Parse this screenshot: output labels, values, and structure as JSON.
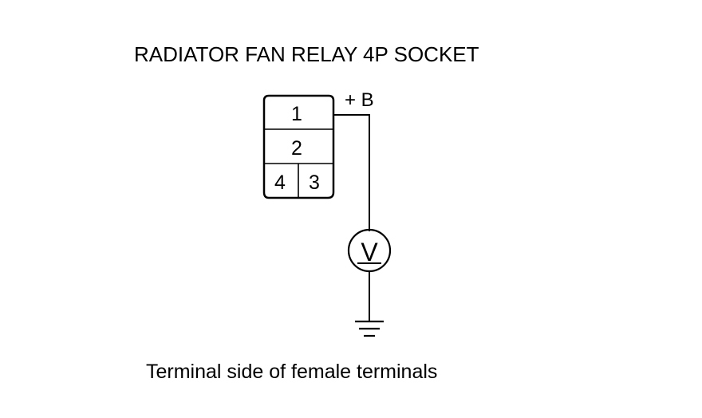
{
  "title": "RADIATOR FAN RELAY 4P SOCKET",
  "caption": "Terminal side of female terminals",
  "supply_label": "+ B",
  "connector": {
    "terminals": [
      "1",
      "2",
      "4",
      "3"
    ]
  },
  "meter": {
    "symbol": "V"
  }
}
